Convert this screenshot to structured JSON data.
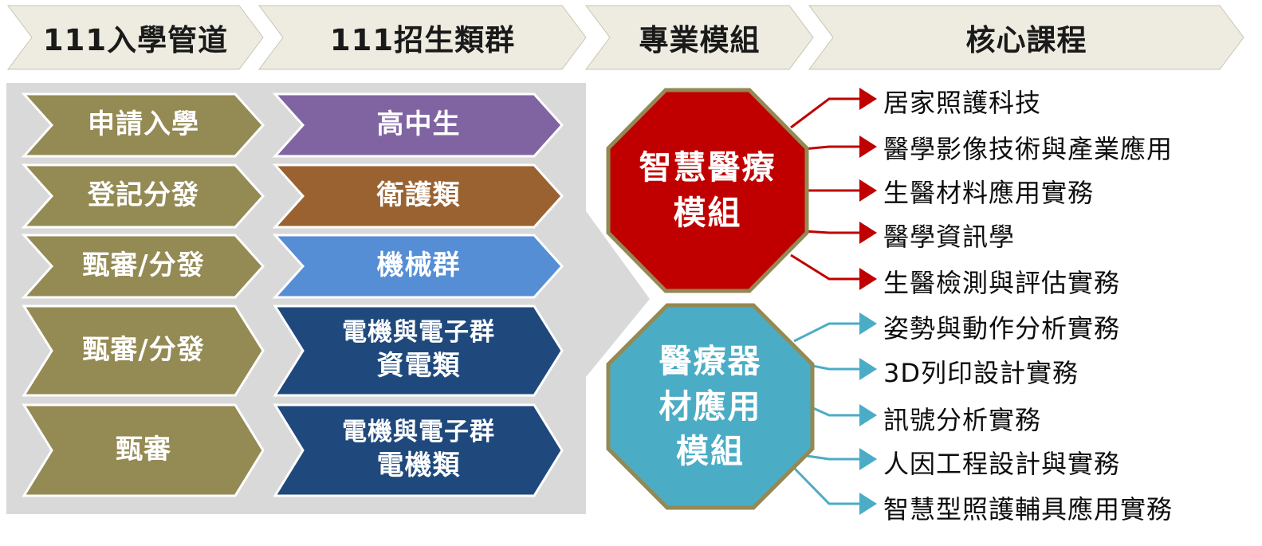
{
  "headers": [
    {
      "label": "111入學管道"
    },
    {
      "label": "111招生類群"
    },
    {
      "label": "專業模組"
    },
    {
      "label": "核心課程"
    }
  ],
  "pathways": [
    {
      "label": "申請入學"
    },
    {
      "label": "登記分發"
    },
    {
      "label": "甄審/分發"
    },
    {
      "label": "甄審/分發"
    },
    {
      "label": "甄審"
    }
  ],
  "groups": [
    {
      "line1": "高中生",
      "line2": "",
      "color": "#8064a2"
    },
    {
      "line1": "衛護類",
      "line2": "",
      "color": "#9a6230"
    },
    {
      "line1": "機械群",
      "line2": "",
      "color": "#558ed5"
    },
    {
      "line1": "電機與電子群",
      "line2": "資電類",
      "color": "#1f497d"
    },
    {
      "line1": "電機與電子群",
      "line2": "電機類",
      "color": "#1f497d"
    }
  ],
  "modules": [
    {
      "line1": "智慧醫療",
      "line2": "模組",
      "line3": "",
      "color": "#c00000",
      "connector_color": "#c00000",
      "courses": [
        "居家照護科技",
        "醫學影像技術與產業應用",
        "生醫材料應用實務",
        "醫學資訊學",
        "生醫檢測與評估實務"
      ]
    },
    {
      "line1": "醫療器",
      "line2": "材應用",
      "line3": "模組",
      "color": "#4bacc6",
      "connector_color": "#4bacc6",
      "courses": [
        "姿勢與動作分析實務",
        "3D列印設計實務",
        "訊號分析實務",
        "人因工程設計與實務",
        "智慧型照護輔具應用實務"
      ]
    }
  ],
  "colors": {
    "header_fill": "#eeece1",
    "pathway_fill": "#948a54",
    "octagon_border": "#938953",
    "panel_fill": "#d9d9d9"
  }
}
